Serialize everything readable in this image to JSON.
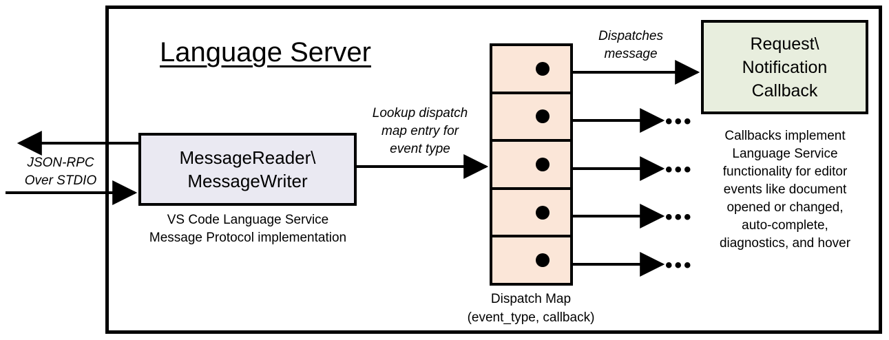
{
  "diagram": {
    "title": "Language Server",
    "frame_label": "language-server-boundary"
  },
  "reader_node": {
    "line1": "MessageReader\\",
    "line2": "MessageWriter",
    "caption_line1": "VS Code Language Service",
    "caption_line2": "Message Protocol implementation",
    "fill_color": "#eae9f2"
  },
  "transport": {
    "label_line1": "JSON-RPC",
    "label_line2": "Over STDIO"
  },
  "lookup_edge": {
    "label_line1": "Lookup dispatch",
    "label_line2": "map entry for",
    "label_line3": "event type"
  },
  "dispatch_edge": {
    "label_line1": "Dispatches",
    "label_line2": "message"
  },
  "dispatch_map": {
    "caption_line1": "Dispatch Map",
    "caption_line2": "(event_type, callback)",
    "fill_color": "#fbe6d8",
    "rows": [
      {
        "index": 1
      },
      {
        "index": 2
      },
      {
        "index": 3
      },
      {
        "index": 4
      },
      {
        "index": 5
      }
    ]
  },
  "callback_node": {
    "line1": "Request\\",
    "line2": "Notification",
    "line3": "Callback",
    "fill_color": "#e8eede",
    "caption_line1": "Callbacks implement",
    "caption_line2": "Language Service",
    "caption_line3": "functionality for editor",
    "caption_line4": "events like document",
    "caption_line5": "opened or changed,",
    "caption_line6": "auto-complete,",
    "caption_line7": "diagnostics, and hover"
  },
  "ellipses": {
    "glyph": "•••"
  }
}
